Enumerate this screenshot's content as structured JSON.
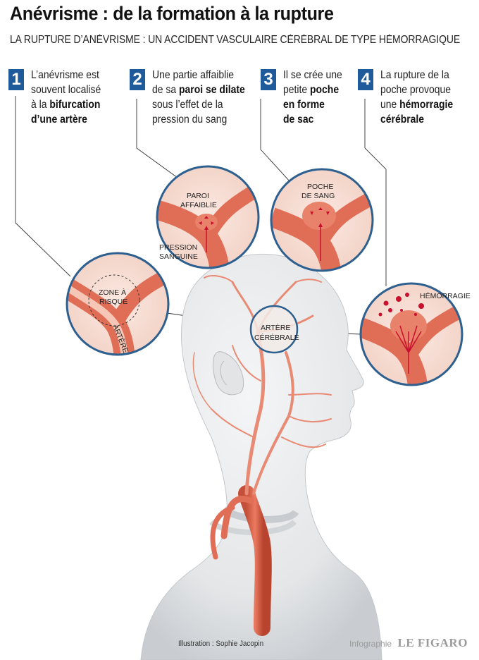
{
  "title": "Anévrisme : de la formation à la rupture",
  "subtitle": "LA RUPTURE D’ANÉVRISME : UN ACCIDENT VASCULAIRE CÉRÉBRAL DE TYPE HÉMORRAGIQUE",
  "steps": [
    {
      "number": "1",
      "lines": [
        [
          "L’anévrisme est"
        ],
        [
          "souvent localisé"
        ],
        [
          "à la ",
          "bifurcation"
        ],
        [
          "d’une artère"
        ]
      ]
    },
    {
      "number": "2",
      "lines": [
        [
          "Une partie affaiblie"
        ],
        [
          "de sa ",
          "paroi se dilate"
        ],
        [
          "sous l’effet de la"
        ],
        [
          "pression du sang"
        ]
      ]
    },
    {
      "number": "3",
      "lines": [
        [
          "Il se crée une"
        ],
        [
          "petite ",
          "poche"
        ],
        [
          "en forme"
        ],
        [
          "de sac"
        ]
      ]
    },
    {
      "number": "4",
      "lines": [
        [
          "La rupture de la"
        ],
        [
          "poche provoque"
        ],
        [
          "une ",
          "hémorragie"
        ],
        [
          "cérébrale"
        ]
      ]
    }
  ],
  "labels": {
    "zone_risque_1": "ZONE À",
    "zone_risque_2": "RISQUE",
    "artere": "ARTÈRE",
    "paroi_1": "PAROI",
    "paroi_2": "AFFAIBLIE",
    "pression_1": "PRESSION",
    "pression_2": "SANGUINE",
    "poche_1": "POCHE",
    "poche_2": "DE SANG",
    "hemorragie": "HÉMORRAGIE",
    "artere_cerebrale_1": "ARTÈRE",
    "artere_cerebrale_2": "CÉRÉBRALE"
  },
  "credit": "Illustration : Sophie Jacopin",
  "footer": {
    "infographie": "Infographie",
    "brand": "LE FIGARO"
  },
  "colors": {
    "accent": "#1f5a9a",
    "artery": "#e98a74",
    "artery_dark": "#c4503a",
    "blood": "#c8102e",
    "head": "#e6e8ea"
  }
}
